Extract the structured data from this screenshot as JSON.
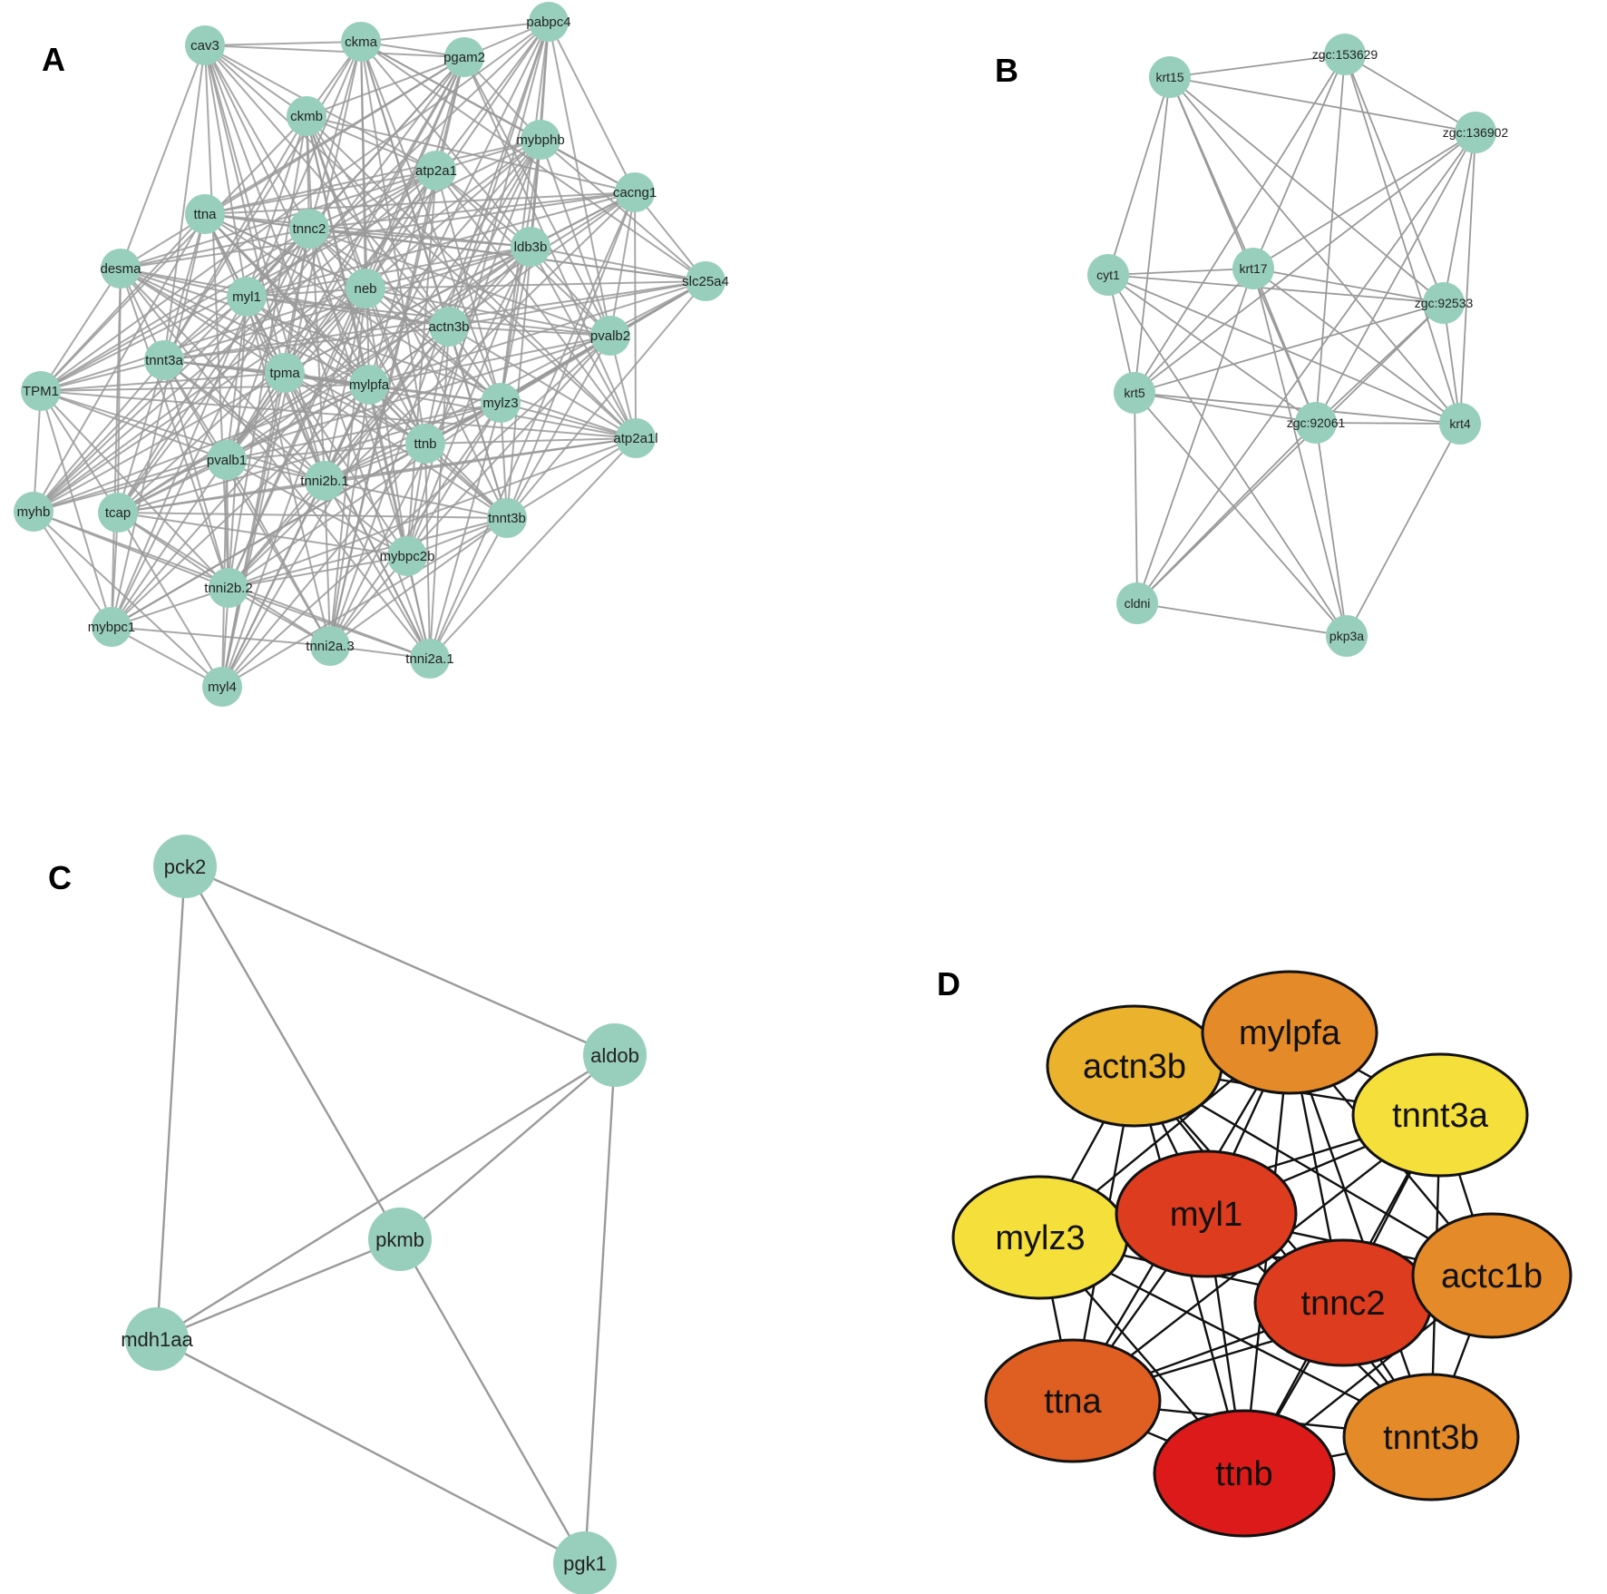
{
  "panels": {
    "A": {
      "letter": "A",
      "nodes": [
        "cav3",
        "ckma",
        "pabpc4",
        "pgam2",
        "ckmb",
        "mybphb",
        "atp2a1",
        "cacng1",
        "ttna",
        "tnnc2",
        "ldb3b",
        "desma",
        "slc25a4",
        "neb",
        "myl1",
        "actn3b",
        "pvalb2",
        "tnnt3a",
        "TPM1",
        "tpma",
        "mylpfa",
        "mylz3",
        "atp2a1l",
        "ttnb",
        "pvalb1",
        "tnni2b.1",
        "myhb",
        "tcap",
        "tnnt3b",
        "mybpc2b",
        "tnni2b.2",
        "mybpc1",
        "tnni2a.3",
        "tnni2a.1",
        "myl4"
      ]
    },
    "B": {
      "letter": "B",
      "nodes": [
        "zgc:153629",
        "krt15",
        "zgc:136902",
        "cyt1",
        "krt17",
        "zgc:92533",
        "krt5",
        "zgc:92061",
        "krt4",
        "cldni",
        "pkp3a"
      ]
    },
    "C": {
      "letter": "C",
      "nodes": [
        "pck2",
        "aldob",
        "pkmb",
        "mdh1aa",
        "pgk1"
      ]
    },
    "D": {
      "letter": "D",
      "nodes": [
        {
          "label": "actn3b",
          "color": "#ebb22e"
        },
        {
          "label": "mylpfa",
          "color": "#e48a28"
        },
        {
          "label": "tnnt3a",
          "color": "#f5df3a"
        },
        {
          "label": "mylz3",
          "color": "#f5df3a"
        },
        {
          "label": "myl1",
          "color": "#dd3c1f"
        },
        {
          "label": "tnnc2",
          "color": "#dd3c1f"
        },
        {
          "label": "actc1b",
          "color": "#e48a28"
        },
        {
          "label": "ttna",
          "color": "#df5e22"
        },
        {
          "label": "ttnb",
          "color": "#dc1a1a"
        },
        {
          "label": "tnnt3b",
          "color": "#e48a28"
        }
      ]
    }
  },
  "colors": {
    "node_fill": "#98cfbc",
    "edge_gray": "#9a9a9a",
    "edge_black": "#111111"
  }
}
